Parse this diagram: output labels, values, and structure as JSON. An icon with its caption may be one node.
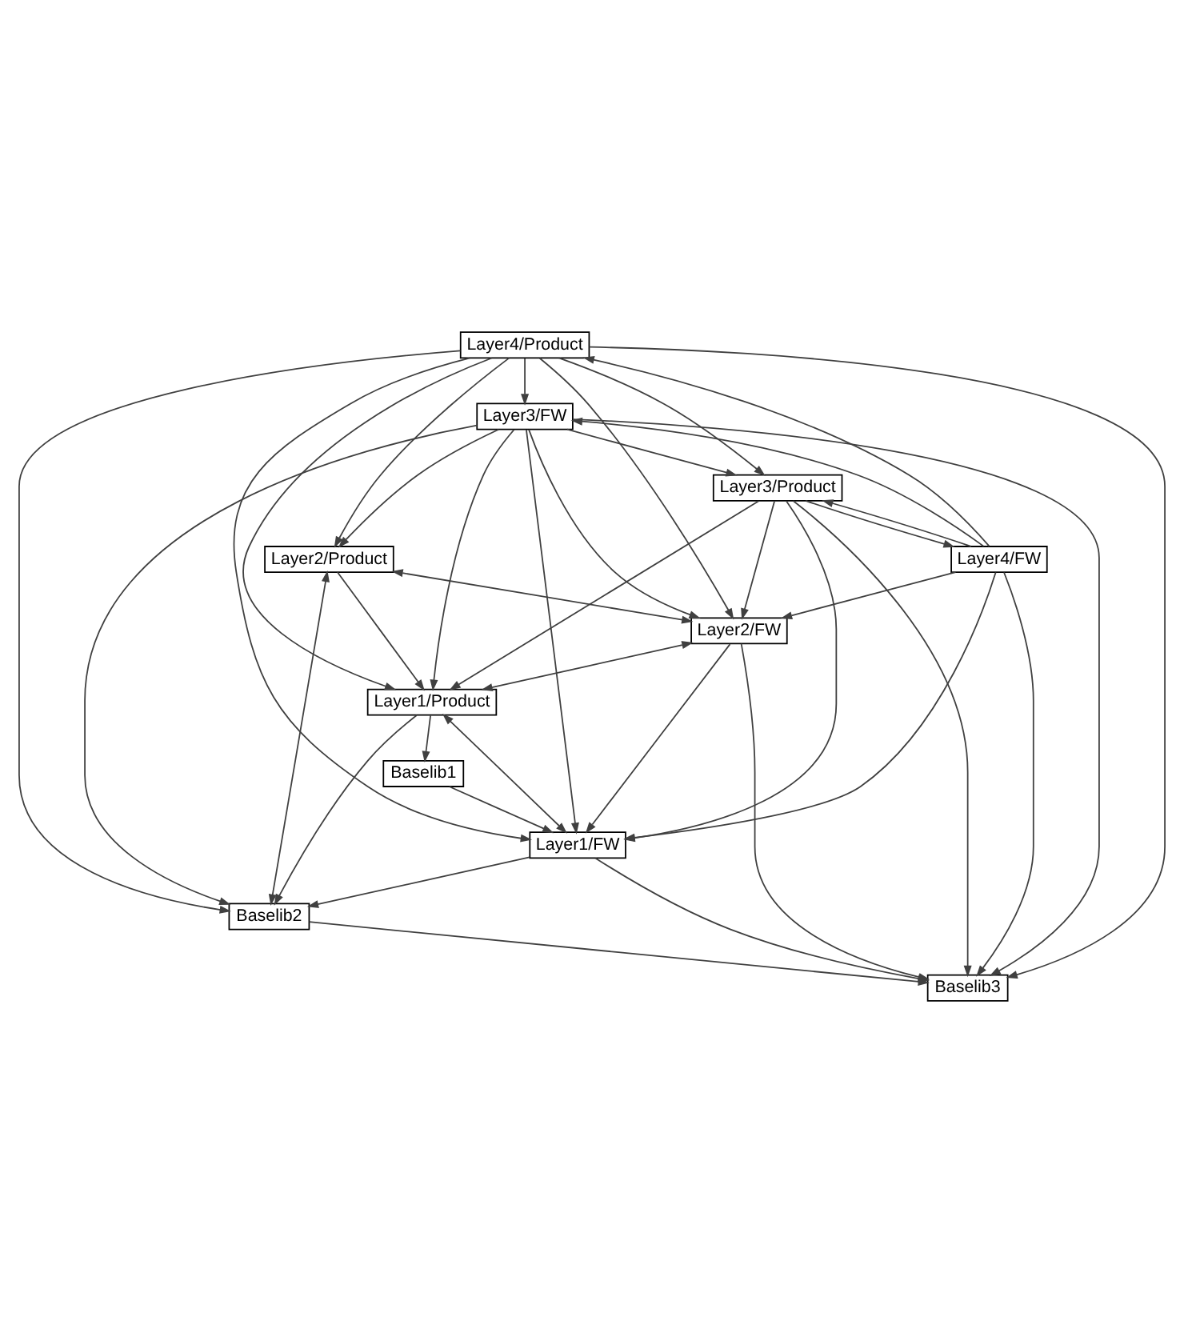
{
  "diagram": {
    "nodes": [
      {
        "text": [
          "Layer4/Product"
        ]
      },
      {
        "text": [
          "Layer4/FW"
        ]
      },
      {
        "text": [
          "Layer3/FW"
        ]
      },
      {
        "text": [
          "Layer3/Product"
        ]
      },
      {
        "text": [
          "Layer2/Product"
        ]
      },
      {
        "text": [
          "Layer2/FW"
        ]
      },
      {
        "text": [
          "Layer1/Product"
        ]
      },
      {
        "text": [
          "Baselib1"
        ]
      },
      {
        "text": [
          "Baselib2"
        ]
      },
      {
        "text": [
          "Layer1/FW"
        ]
      },
      {
        "text": [
          "Baselib3"
        ]
      }
    ],
    "edges": [
      {
        "from": 1,
        "to": 0,
        "arrow": "to"
      },
      {
        "from": 0,
        "to": 2,
        "arrow": "to"
      },
      {
        "from": 0,
        "to": 3,
        "arrow": "to"
      },
      {
        "from": 0,
        "to": 4,
        "arrow": "to"
      },
      {
        "from": 0,
        "to": 5,
        "arrow": "to"
      },
      {
        "from": 0,
        "to": 6,
        "arrow": "to"
      },
      {
        "from": 0,
        "to": 8,
        "arrow": "to"
      },
      {
        "from": 0,
        "to": 9,
        "arrow": "to"
      },
      {
        "from": 0,
        "to": 10,
        "arrow": "to"
      },
      {
        "from": 1,
        "to": 2,
        "arrow": "to"
      },
      {
        "from": 1,
        "to": 3,
        "arrow": "to"
      },
      {
        "from": 3,
        "to": 1,
        "arrow": "to"
      },
      {
        "from": 1,
        "to": 5,
        "arrow": "to"
      },
      {
        "from": 1,
        "to": 9,
        "arrow": "to"
      },
      {
        "from": 1,
        "to": 10,
        "arrow": "to"
      },
      {
        "from": 2,
        "to": 3,
        "arrow": "to"
      },
      {
        "from": 2,
        "to": 4,
        "arrow": "to"
      },
      {
        "from": 2,
        "to": 5,
        "arrow": "to"
      },
      {
        "from": 2,
        "to": 6,
        "arrow": "to"
      },
      {
        "from": 2,
        "to": 8,
        "arrow": "to"
      },
      {
        "from": 2,
        "to": 9,
        "arrow": "to"
      },
      {
        "from": 2,
        "to": 10,
        "arrow": "to"
      },
      {
        "from": 3,
        "to": 5,
        "arrow": "to"
      },
      {
        "from": 3,
        "to": 6,
        "arrow": "to"
      },
      {
        "from": 3,
        "to": 9,
        "arrow": "to"
      },
      {
        "from": 3,
        "to": 10,
        "arrow": "to"
      },
      {
        "from": 4,
        "to": 5,
        "arrow": "both"
      },
      {
        "from": 4,
        "to": 6,
        "arrow": "to"
      },
      {
        "from": 4,
        "to": 8,
        "arrow": "both"
      },
      {
        "from": 5,
        "to": 6,
        "arrow": "both"
      },
      {
        "from": 5,
        "to": 9,
        "arrow": "to"
      },
      {
        "from": 5,
        "to": 10,
        "arrow": "to"
      },
      {
        "from": 6,
        "to": 7,
        "arrow": "to"
      },
      {
        "from": 6,
        "to": 8,
        "arrow": "to"
      },
      {
        "from": 6,
        "to": 9,
        "arrow": "both"
      },
      {
        "from": 7,
        "to": 9,
        "arrow": "to"
      },
      {
        "from": 9,
        "to": 8,
        "arrow": "to"
      },
      {
        "from": 9,
        "to": 10,
        "arrow": "to"
      },
      {
        "from": 8,
        "to": 10,
        "arrow": "to"
      }
    ]
  }
}
